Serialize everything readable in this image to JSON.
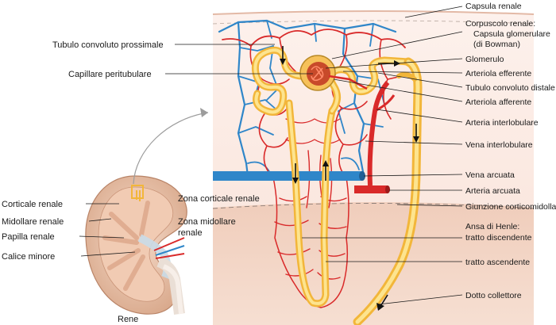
{
  "labels_right": {
    "capsula_renale": "Capsula renale",
    "corpuscolo_1": "Corpuscolo renale:",
    "corpuscolo_2": "Capsula glomerulare",
    "corpuscolo_3": "(di Bowman)",
    "glomerulo": "Glomerulo",
    "arteriola_efferente": "Arteriola efferente",
    "tubulo_distale": "Tubulo convoluto distale",
    "arteriola_afferente": "Arteriola afferente",
    "arteria_interlobulare": "Arteria interlobulare",
    "vena_interlobulare": "Vena interlobulare",
    "vena_arcuata": "Vena arcuata",
    "arteria_arcuata": "Arteria arcuata",
    "giunzione": "Giunzione corticomidollare",
    "ansa_1": "Ansa di Henle:",
    "ansa_2": "tratto discendente",
    "ansa_3": "tratto ascendente",
    "dotto_collettore": "Dotto collettore"
  },
  "labels_left": {
    "tubulo_prossimale": "Tubulo convoluto prossimale",
    "capillare_peritubulare": "Capillare peritubulare",
    "corticale_renale": "Corticale renale",
    "midollare_renale": "Midollare renale",
    "papilla_renale": "Papilla renale",
    "calice_minore": "Calice minore",
    "rene": "Rene"
  },
  "labels_center": {
    "zona_corticale": "Zona corticale renale",
    "zona_midollare_1": "Zona midollare",
    "zona_midollare_2": "renale"
  },
  "colors": {
    "arteries": "#d92a2a",
    "veins": "#2f86c9",
    "tubule": "#f2b63a",
    "cortex_bg": "#fbe9e2",
    "medulla_bg": "#f3d6c6",
    "kidney_cortex": "#e9c3a8"
  }
}
